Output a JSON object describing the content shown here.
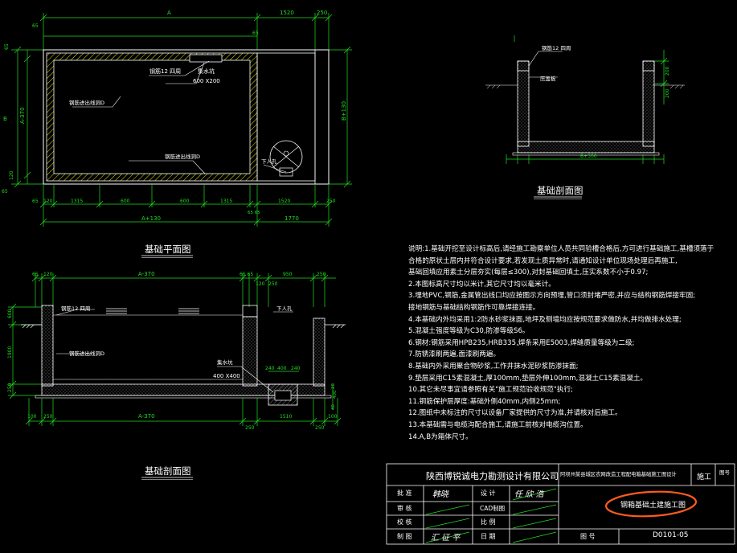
{
  "plan": {
    "title": "基础平面图",
    "dims_top": [
      "A",
      "1520",
      "250"
    ],
    "dim_65": "65",
    "dims_bottom": [
      "65",
      "120",
      "1315",
      "600",
      "600",
      "1315",
      "65 65",
      "1520",
      "250"
    ],
    "dim_total_a": "A+130",
    "dim_total_b": "1770",
    "dims_left": [
      "65",
      "65",
      "A-370",
      "B",
      "120",
      "65"
    ],
    "dim_right": "B+130",
    "lbl_rebar": "钢筋12 四周",
    "lbl_sump": "集水坑",
    "lbl_sump_size": "600 X200",
    "lbl_sleeve_1": "钢筋进出线洞D",
    "lbl_sleeve_2": "钢筋进出线洞D",
    "lbl_manhole": "下人孔"
  },
  "section_long": {
    "title": "基础剖面图",
    "dims_top": [
      "65",
      "120",
      "A-370",
      "65 65",
      "120",
      "250",
      "950",
      "250"
    ],
    "dims_left": [
      "600",
      "1900",
      "250"
    ],
    "dims_bottom": [
      "100",
      "250",
      "A-370",
      "250",
      "1510",
      "250",
      "100"
    ],
    "lbl_rebar": "钢筋12 四周",
    "lbl_sleeve": "钢筋进出线洞D",
    "lbl_manhole": "下人孔",
    "lbl_sump": "集水坑",
    "lbl_sump_size": "400 X400",
    "dims_sump": [
      "240",
      "400",
      "240"
    ],
    "dims_right": [
      "20",
      "400",
      "40"
    ]
  },
  "section_cross": {
    "title": "基础剖面图",
    "lbl_rebar": "钢筋12 四周",
    "lbl_cover": "压盖板",
    "dims_right": [
      "200",
      "200"
    ],
    "dim_bottom": "B+300"
  },
  "notes": {
    "lines": [
      "说明:1.基础开挖至设计标高后,请经施工勘察单位人员共同验槽合格后,方可进行基础施工,基槽须落于",
      "          合格的原状土层内并符合设计要求,若发现土质异常时,请通知设计单位现场处理后再施工,",
      "          基础回填应用素土分层夯实(每层≤300),对封基础回填土,压实系数不小于0.97;",
      "       2.本图标高尺寸均以米计,其它尺寸均以毫米计。",
      "       3.埋地PVC,钢筋,金属管出线口均应按图示方向预埋,管口须封堵严密,并应与结构钢筋焊接牢固;",
      "          接地钢筋与基础结构钢筋作可靠焊接连接。",
      "       4.本基础内外均采用1:2防水砂浆抹面,地坪及侧墙均应按规范要求做防水,并均做排水处理;",
      "       5.混凝土强度等级为C30,防渗等级S6。",
      "       6.钢材:钢筋采用HPB235,HRB335,焊条采用E5003,焊缝质量等级为二级;",
      "       7.防锈漆刷两遍,面漆刷两遍。",
      "       8.基础内外采用聚合物砂浆,工作井抹水泥砂浆防渗抹面;",
      "       9.垫层采用C15素混凝土,厚100mm,垫层外伸100mm,混凝土C15素混凝土。",
      "       10.其它未尽事宜请参照有关\"施工规范验收规范\"执行;",
      "       11.钢筋保护层厚度:基础外侧40mm,内侧25mm;",
      "       12.图纸中未标注的尺寸以设备厂家提供的尺寸为准,并请核对后施工。",
      "       13.本基础需与电缆沟配合施工,请施工前核对电缆沟位置。",
      "       14.A,B为箱体尺寸。"
    ]
  },
  "title_block": {
    "company": "陕西博锐诚电力勘测设计有限公司",
    "project": "阿坝州某县城区农网改造工程配电箱基础施工图设计",
    "stage": "施工",
    "stage_note": "图号",
    "role_1": "批 准",
    "role_2": "审 核",
    "role_3": "校 核",
    "role_4": "设 计",
    "role_5": "制 图",
    "role_6": "日 期",
    "sign_1": "韩晓",
    "sign_2": "任 欣 浩",
    "sign_3": "汇 征 平",
    "scale_label": "比 例",
    "scale_value": "CAD制图",
    "drawing_title": "钢箱基础土建施工图",
    "figure_no_label": "图 号",
    "figure_no": "D0101-05"
  },
  "colors": {
    "line": "#ffffff",
    "wall": "#dddddd",
    "dim": "#22dd22",
    "hatch": "#e6e600",
    "annotation": "#ffffff",
    "highlight": "#ff5a1f",
    "ground": "#cccccc"
  }
}
